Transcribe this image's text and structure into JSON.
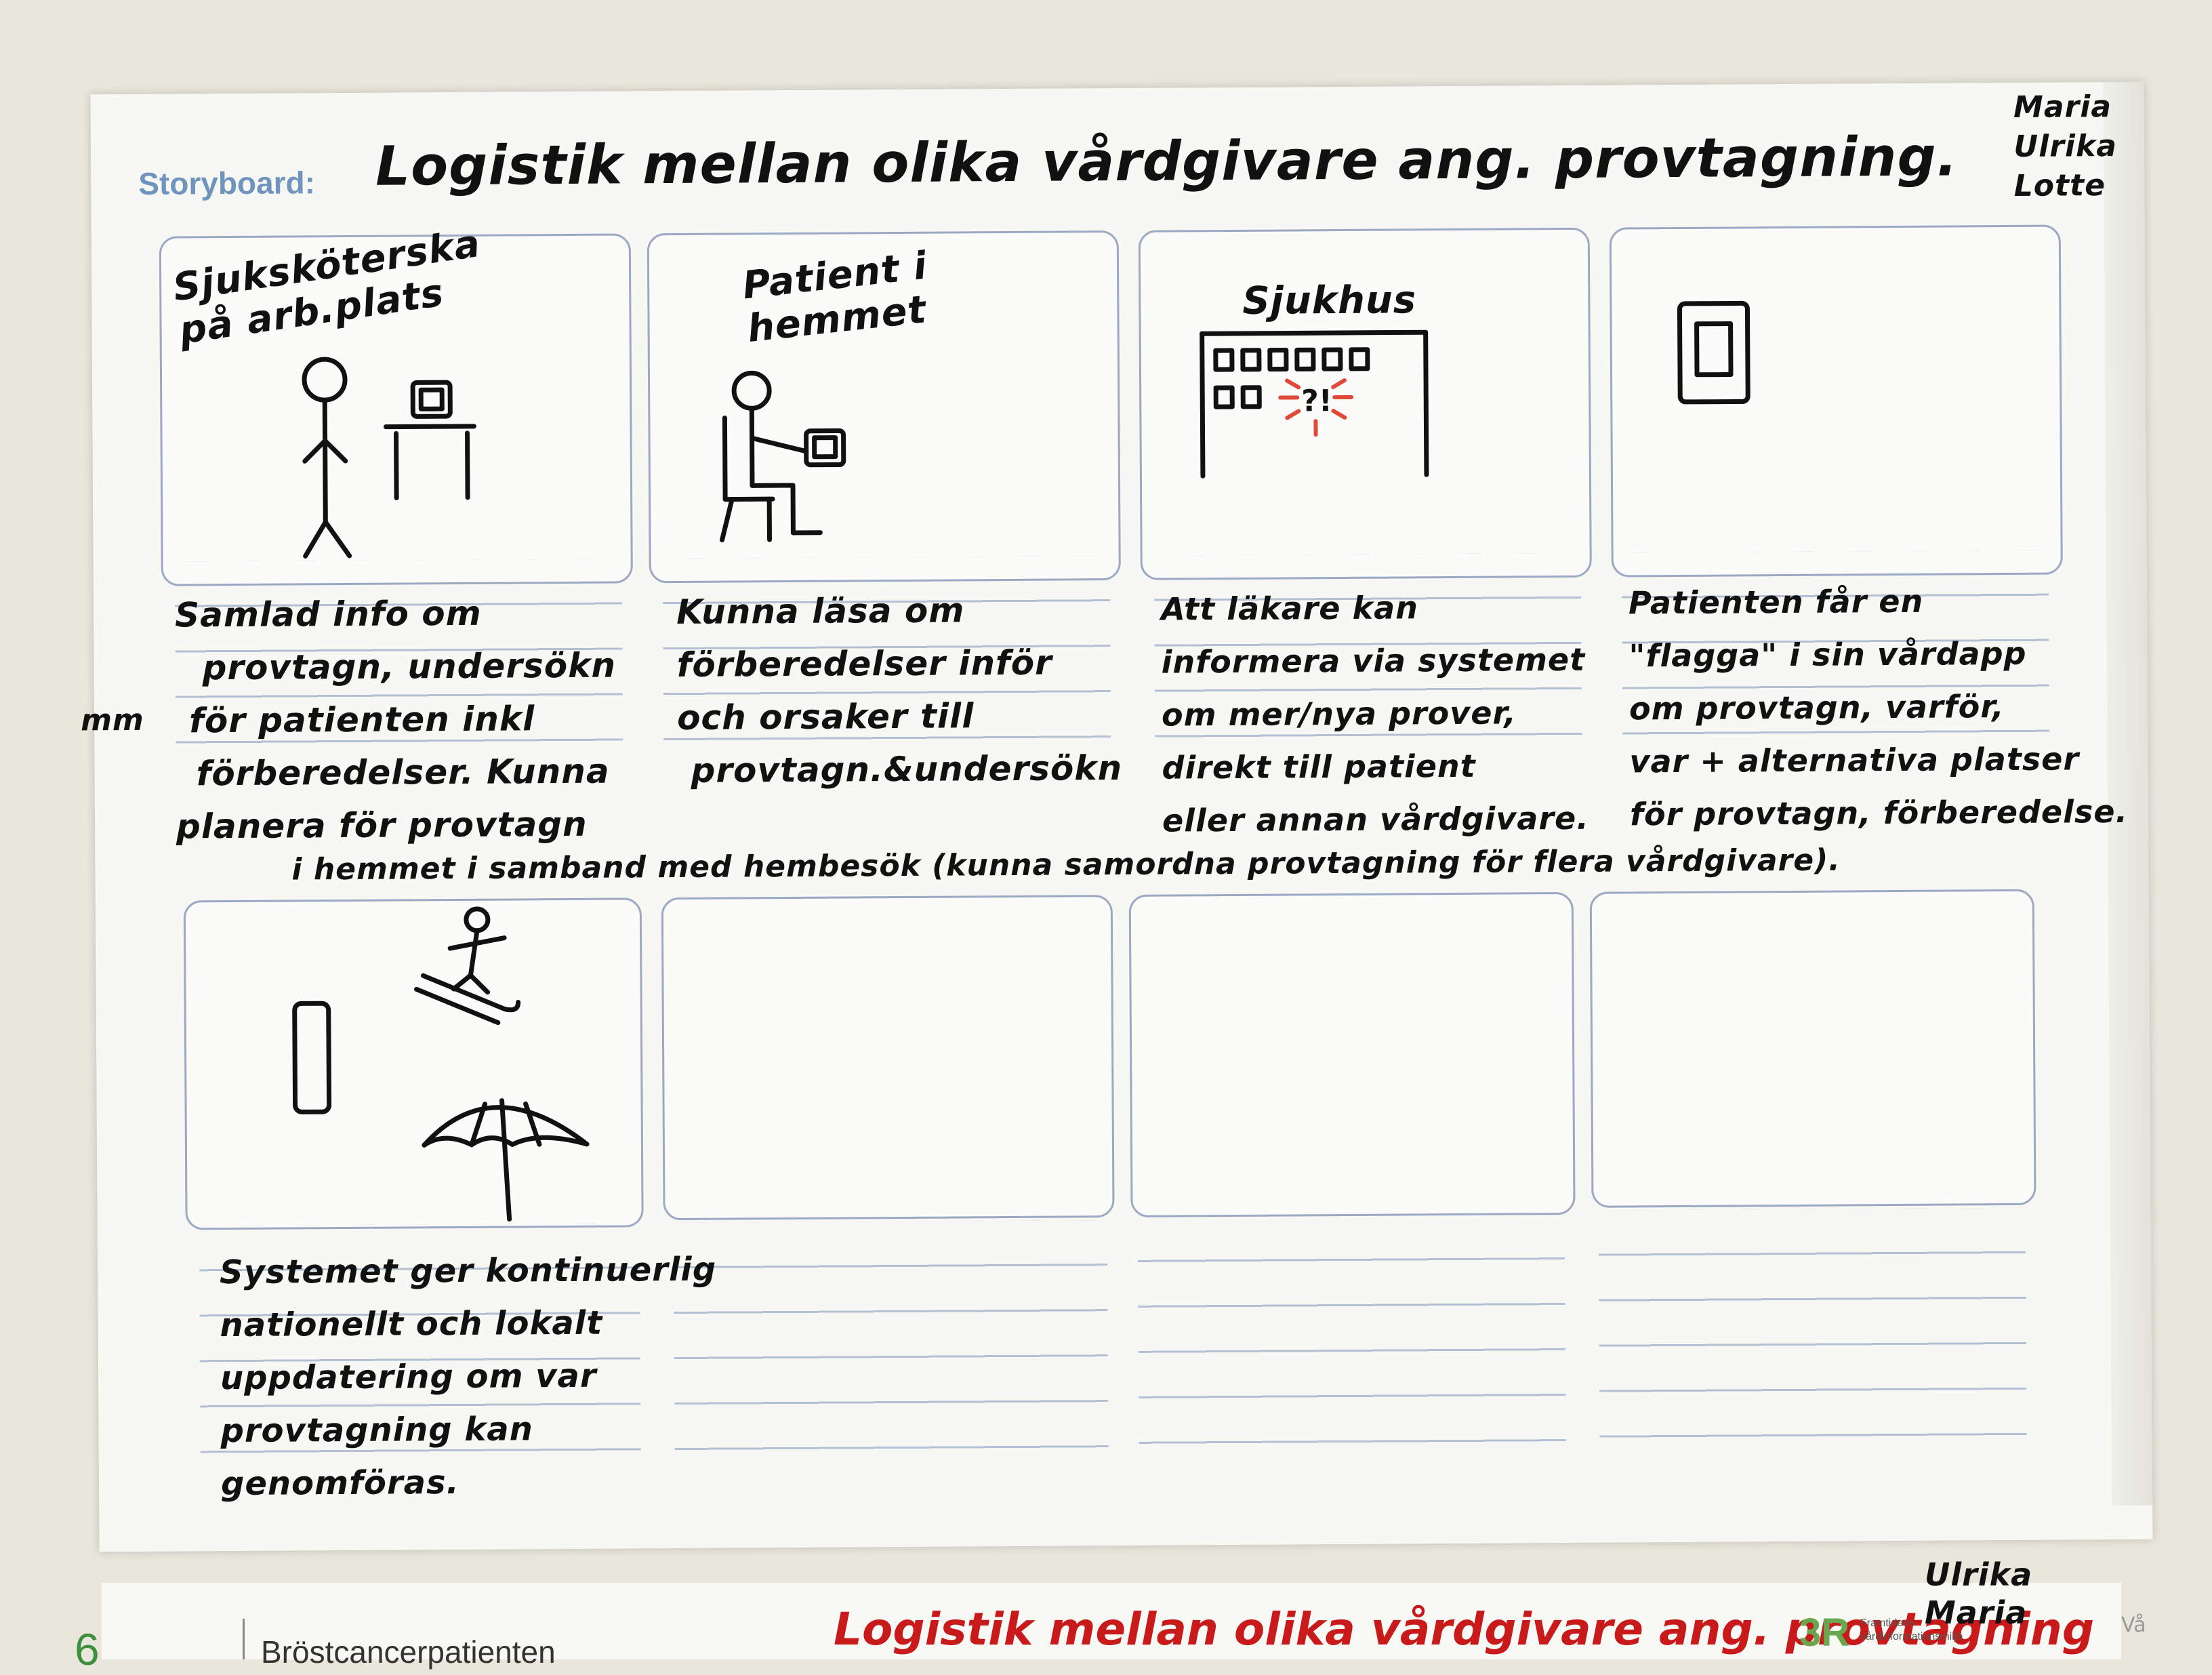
{
  "header": {
    "label": "Storyboard:",
    "title": "Logistik mellan olika vårdgivare ang. provtagning.",
    "authors": [
      "Maria",
      "Ulrika",
      "Lotte"
    ]
  },
  "panels": [
    {
      "label": "Sjuksköterska på arb.plats",
      "icon": "nurse-at-computer-icon",
      "caption": [
        "Samlad info om",
        "provtagn, undersökn",
        "för patienten inkl",
        "förberedelser. Kunna",
        "planera för provtagn"
      ]
    },
    {
      "label": "Patient i hemmet",
      "icon": "patient-at-computer-icon",
      "caption": [
        "Kunna läsa om",
        "förberedelser inför",
        "och orsaker till",
        "provtagn.&undersökn"
      ]
    },
    {
      "label": "Sjukhus",
      "icon": "hospital-alert-icon",
      "caption": [
        "Att läkare kan",
        "informera via systemet",
        "om mer/nya prover,",
        "direkt till patient",
        "eller annan vårdgivare."
      ]
    },
    {
      "label": "",
      "icon": "phone-icon",
      "caption": [
        "Patienten får en",
        "\"flagga\" i sin vårdapp",
        "om provtagn, varför,",
        "var + alternativa platser",
        "för provtagn, förberedelse."
      ]
    },
    {
      "label": "",
      "icon": "test-tube-skier-umbrella-icon",
      "caption": [
        "Systemet ger kontinuerlig",
        "nationellt och lokalt",
        "uppdatering om var",
        "provtagning kan",
        "genomföras."
      ]
    },
    {
      "label": "",
      "icon": "",
      "caption": []
    },
    {
      "label": "",
      "icon": "",
      "caption": []
    },
    {
      "label": "",
      "icon": "",
      "caption": []
    }
  ],
  "notes": {
    "margin_left": "mm",
    "continuation": "i hemmet i samband med hembesök (kunna samordna provtagning för flera vårdgivare)."
  },
  "next_page": {
    "number": "6",
    "section": "Bröstcancerpatienten",
    "handwritten_title": "Logistik mellan olika vårdgivare ang. provtagning",
    "logo": "3R",
    "logo_subtitle": "Framtidens vårdinformationsmiljö",
    "authors": [
      "Ulrika",
      "Maria"
    ],
    "corner_text": "Vå"
  },
  "colors": {
    "label_blue": "#6f94bd",
    "panel_border": "#9ba9c4",
    "ink": "#111111",
    "alert_red": "#e0483a",
    "footer_red": "#c81a1a",
    "logo_green": "#6aa84f"
  }
}
